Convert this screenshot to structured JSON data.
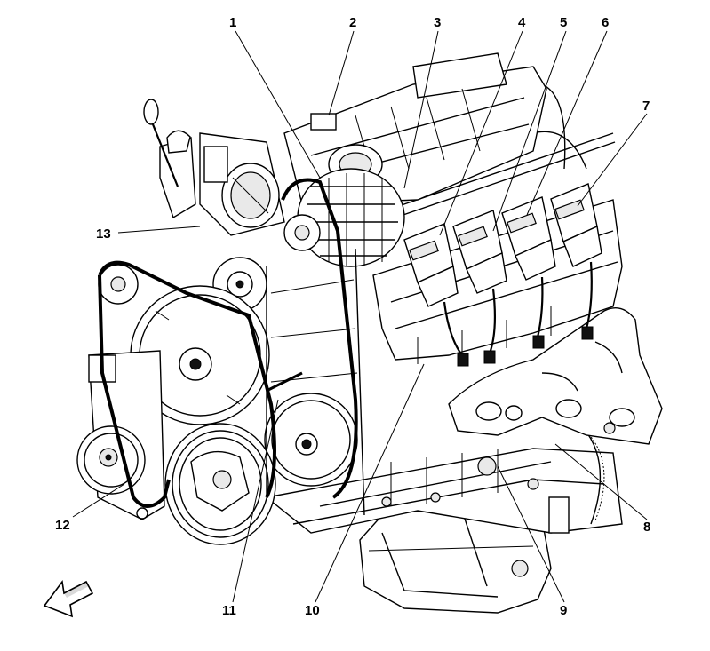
{
  "callouts": [
    {
      "id": "1",
      "label": "1"
    },
    {
      "id": "2",
      "label": "2"
    },
    {
      "id": "3",
      "label": "3"
    },
    {
      "id": "4",
      "label": "4"
    },
    {
      "id": "5",
      "label": "5"
    },
    {
      "id": "6",
      "label": "6"
    },
    {
      "id": "7",
      "label": "7"
    },
    {
      "id": "8",
      "label": "8"
    },
    {
      "id": "9",
      "label": "9"
    },
    {
      "id": "10",
      "label": "10"
    },
    {
      "id": "11",
      "label": "11"
    },
    {
      "id": "12",
      "label": "12"
    },
    {
      "id": "13",
      "label": "13"
    }
  ],
  "icons": {
    "front_arrow": "arrow-icon"
  },
  "colors": {
    "line": "#000000",
    "background": "#ffffff"
  }
}
